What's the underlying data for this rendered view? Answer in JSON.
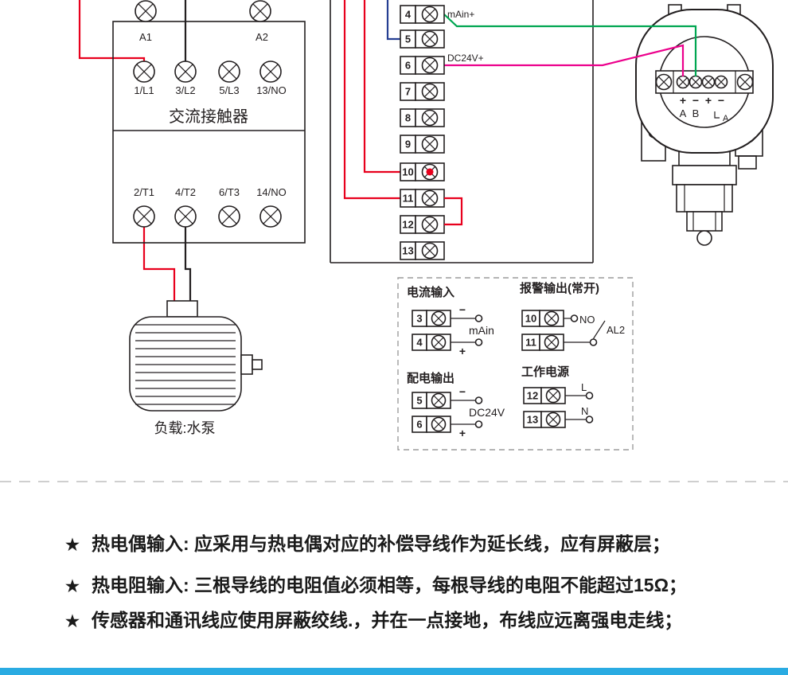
{
  "colors": {
    "red": "#e8001d",
    "black": "#231f20",
    "blue": "#253e92",
    "green": "#00a651",
    "magenta": "#ec008c",
    "footer_bar": "#2aabe2"
  },
  "contactor": {
    "title": "交流接触器",
    "coil_labels": [
      "A1",
      "A2"
    ],
    "input_labels": [
      "1/L1",
      "3/L2",
      "5/L3",
      "13/NO"
    ],
    "output_labels": [
      "2/T1",
      "4/T2",
      "6/T3",
      "14/NO"
    ]
  },
  "load": {
    "label": "负载:水泵"
  },
  "terminal_strip": {
    "numbers": [
      "4",
      "5",
      "6",
      "7",
      "8",
      "9",
      "10",
      "11",
      "12",
      "13"
    ],
    "t4_label": "mAin+",
    "t6_label": "DC24V+"
  },
  "transmitter": {
    "polarity": [
      "+",
      "−",
      "+",
      "−"
    ],
    "ports": [
      "A",
      "B"
    ],
    "aux": "A"
  },
  "detail": {
    "current_input": {
      "title": "电流输入",
      "t1": "3",
      "t2": "4",
      "sign1": "−",
      "sign2": "+",
      "label": "mAin"
    },
    "alarm_output": {
      "title": "报警输出(常开)",
      "t1": "10",
      "t2": "11",
      "no": "NO",
      "al": "AL2"
    },
    "power_output": {
      "title": "配电输出",
      "t1": "5",
      "t2": "6",
      "sign1": "−",
      "sign2": "+",
      "label": "DC24V"
    },
    "working_power": {
      "title": "工作电源",
      "t1": "12",
      "t2": "13",
      "l1": "L",
      "l2": "N"
    }
  },
  "notes": {
    "bullet": "★",
    "items": [
      "热电偶输入: 应采用与热电偶对应的补偿导线作为延长线，应有屏蔽层；",
      "热电阻输入: 三根导线的电阻值必须相等，每根导线的电阻不能超过15Ω；",
      "传感器和通讯线应使用屏蔽绞线.，并在一点接地，布线应远离强电走线；"
    ]
  }
}
